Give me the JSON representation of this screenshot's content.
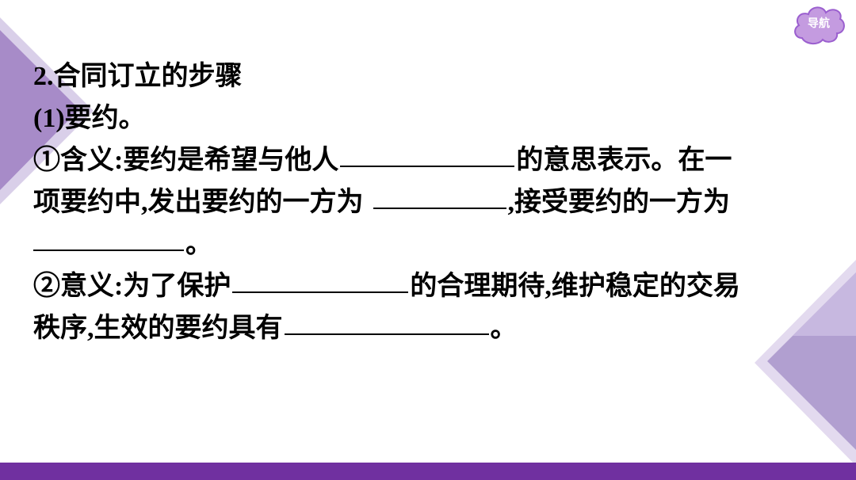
{
  "nav": {
    "label": "导航"
  },
  "content": {
    "heading": "2.合同订立的步骤",
    "subheading": "(1)要约。",
    "line1_a": "①含义:要约是希望与他人",
    "line1_b": "的意思表示。在一",
    "line2_a": "项要约中,发出要约的一方为",
    "line2_b": ",接受要约的一方为",
    "line3_b": "。",
    "line4_a": "②意义:为了保护",
    "line4_b": "的合理期待,维护稳定的交易",
    "line5_a": "秩序,生效的要约具有",
    "line5_b": "。"
  },
  "colors": {
    "accent_purple": "#7030a0",
    "light_purple": "#b19fd0",
    "nav_purple": "#c49be0"
  }
}
